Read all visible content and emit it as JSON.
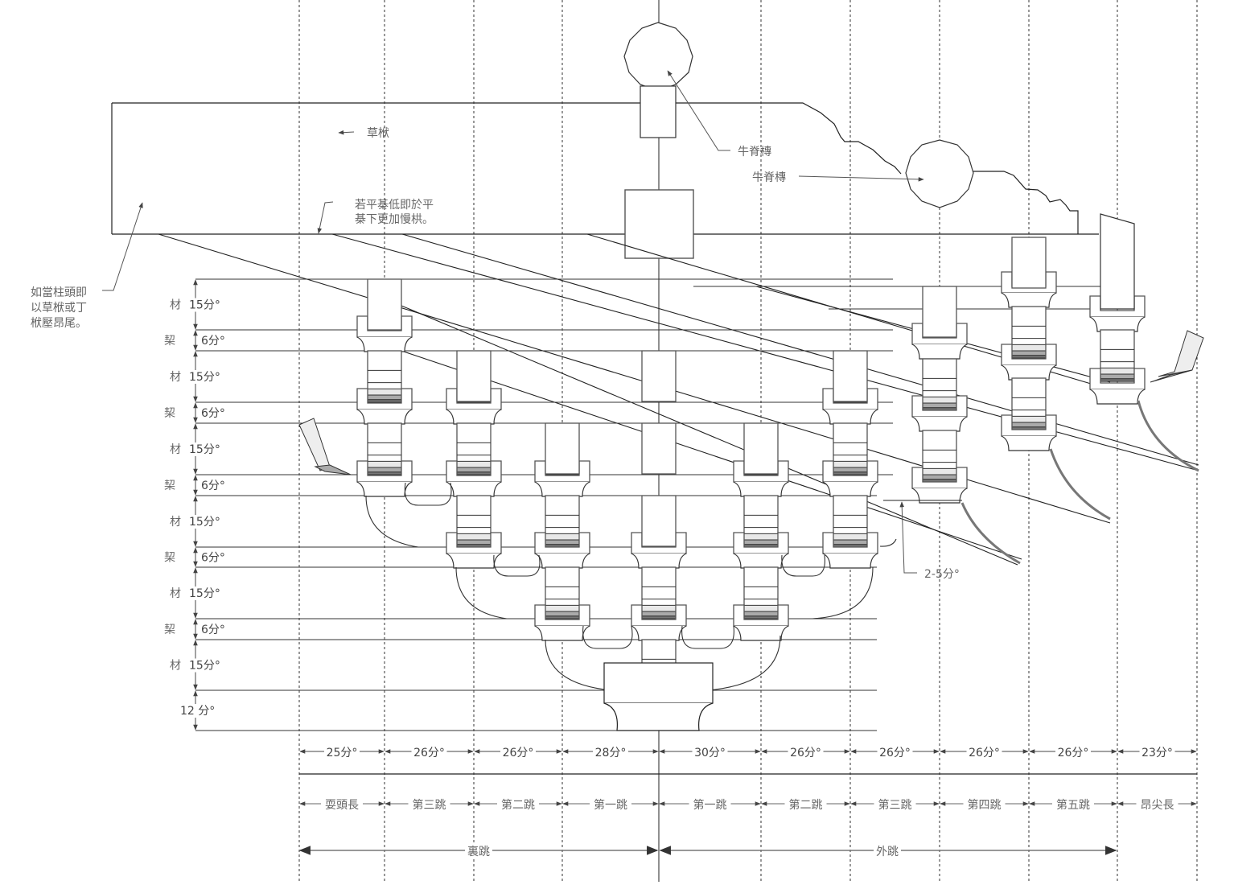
{
  "title_labels": {
    "caofu": "草栿",
    "ruo_line1": "若平棊低即於平",
    "ruo_line2": "棊下更加慢栱。",
    "ru_line1": "如當柱頭即",
    "ru_line2": "以草栿或丁",
    "ru_line3": "栿壓昂尾。",
    "purlin_1": "牛脊槫",
    "purlin_2": "牛脊槫",
    "gap_label": "2-5分°"
  },
  "vertical_dims": [
    {
      "name": "材",
      "value": "15分°"
    },
    {
      "name": "栔",
      "value": "6分°"
    },
    {
      "name": "材",
      "value": "15分°"
    },
    {
      "name": "栔",
      "value": "6分°"
    },
    {
      "name": "材",
      "value": "15分°"
    },
    {
      "name": "栔",
      "value": "6分°"
    },
    {
      "name": "材",
      "value": "15分°"
    },
    {
      "name": "栔",
      "value": "6分°"
    },
    {
      "name": "材",
      "value": "15分°"
    },
    {
      "name": "栔",
      "value": "6分°"
    },
    {
      "name": "材",
      "value": "15分°"
    },
    {
      "name": "",
      "value": "12 分°"
    }
  ],
  "horizontal_dims": [
    {
      "value": "25分°",
      "name": "耍頭長"
    },
    {
      "value": "26分°",
      "name": "第三跳"
    },
    {
      "value": "26分°",
      "name": "第二跳"
    },
    {
      "value": "28分°",
      "name": "第一跳"
    },
    {
      "value": "30分°",
      "name": "第一跳"
    },
    {
      "value": "26分°",
      "name": "第二跳"
    },
    {
      "value": "26分°",
      "name": "第三跳"
    },
    {
      "value": "26分°",
      "name": "第四跳"
    },
    {
      "value": "26分°",
      "name": "第五跳"
    },
    {
      "value": "23分°",
      "name": "昂尖長"
    }
  ],
  "spans": {
    "inner": "裏跳",
    "outer": "外跳"
  },
  "colors": {
    "line": "#222222",
    "grey_line": "#777777",
    "light_fill": "#ececec",
    "mid_fill": "#b4b4b4",
    "dark_fill": "#888888"
  }
}
